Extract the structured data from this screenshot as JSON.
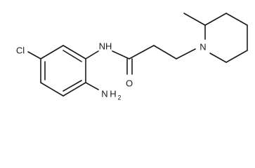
{
  "colors": {
    "bond": "#1a1a1a",
    "background": "#ffffff"
  },
  "atom_labels": {
    "nh": "NH",
    "h2": "H",
    "two": "2",
    "cl": "Cl",
    "n": "N",
    "o": "O"
  }
}
